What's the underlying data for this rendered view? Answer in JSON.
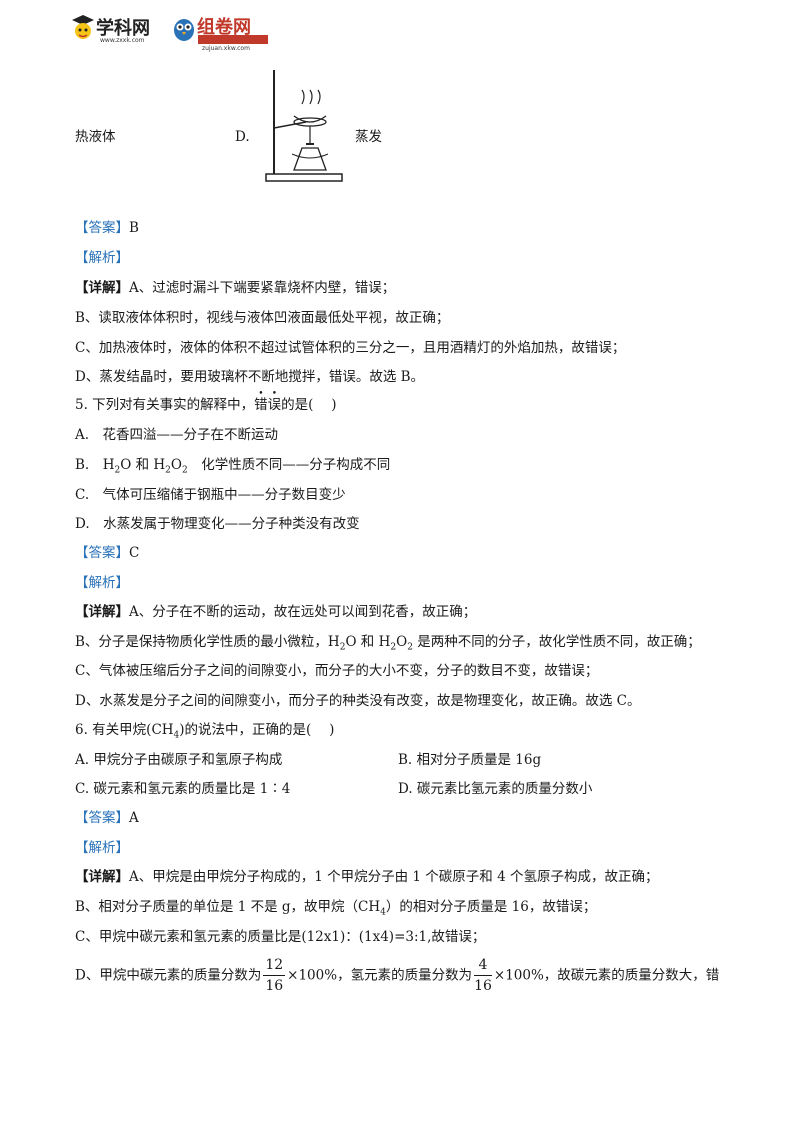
{
  "header": {
    "logo1_text": "学科网",
    "logo1_url": "www.zxxk.com",
    "logo2_text": "组卷网",
    "logo2_url": "zujuan.xkw.com"
  },
  "top_row": {
    "left_text": "热液体",
    "option_letter": "D.",
    "right_text": "蒸发"
  },
  "q4": {
    "answer_tag": "【答案】",
    "answer_value": "B",
    "analysis_tag": "【解析】",
    "detail_tag": "【详解】",
    "detail_a": "A、过滤时漏斗下端要紧靠烧杯内壁，错误；",
    "detail_b": "B、读取液体体积时，视线与液体凹液面最低处平视，故正确；",
    "detail_c": "C、加热液体时，液体的体积不超过试管体积的三分之一，且用酒精灯的外焰加热，故错误；",
    "detail_d": "D、蒸发结晶时，要用玻璃杯不断地搅拌，错误。故选 B。"
  },
  "q5": {
    "stem_before": "5. 下列对有关事实的解释中，",
    "stem_dot1": "错",
    "stem_dot2": "误",
    "stem_after": "的是(　 )",
    "opt_a": "A.　花香四溢——分子在不断运动",
    "opt_b_pre": "B.　H",
    "opt_b_mid1": "O 和 H",
    "opt_b_mid2": "O",
    "opt_b_post": "　化学性质不同——分子构成不同",
    "opt_c": "C.　气体可压缩储于钢瓶中——分子数目变少",
    "opt_d": "D.　水蒸发属于物理变化——分子种类没有改变",
    "answer_tag": "【答案】",
    "answer_value": "C",
    "analysis_tag": "【解析】",
    "detail_tag": "【详解】",
    "detail_a": "A、分子在不断的运动，故在远处可以闻到花香，故正确；",
    "detail_b_pre": "B、分子是保持物质化学性质的最小微粒，H",
    "detail_b_mid1": "O 和 H",
    "detail_b_mid2": "O",
    "detail_b_post": " 是两种不同的分子，故化学性质不同，故正确；",
    "detail_c": "C、气体被压缩后分子之间的间隙变小，而分子的大小不变，分子的数目不变，故错误；",
    "detail_d": "D、水蒸发是分子之间的间隙变小，而分子的种类没有改变，故是物理变化，故正确。故选 C。"
  },
  "q6": {
    "stem_pre": "6. 有关甲烷(CH",
    "stem_sub": "4",
    "stem_post": ")的说法中，正确的是(　 )",
    "opt_a": "A. 甲烷分子由碳原子和氢原子构成",
    "opt_b": "B. 相对分子质量是 16g",
    "opt_c": "C. 碳元素和氢元素的质量比是 1∶4",
    "opt_d": "D. 碳元素比氢元素的质量分数小",
    "answer_tag": "【答案】",
    "answer_value": "A",
    "analysis_tag": "【解析】",
    "detail_tag": "【详解】",
    "detail_a": "A、甲烷是由甲烷分子构成的，1 个甲烷分子由 1 个碳原子和 4 个氢原子构成，故正确；",
    "detail_b_pre": "B、相对分子质量的单位是 1 不是 g，故甲烷（CH",
    "detail_b_sub": "4",
    "detail_b_post": "）的相对分子质量是 16，故错误；",
    "detail_c": "C、甲烷中碳元素和氢元素的质量比是(12x1)：(1x4)=3:1,故错误；",
    "detail_d_1": "D、甲烷中碳元素的质量分数为",
    "frac1_num": "12",
    "frac1_den": "16",
    "detail_d_2": "×100%，氢元素的质量分数为",
    "frac2_num": "4",
    "frac2_den": "16",
    "detail_d_3": "×100%，故碳元素的质量分数大，错"
  }
}
